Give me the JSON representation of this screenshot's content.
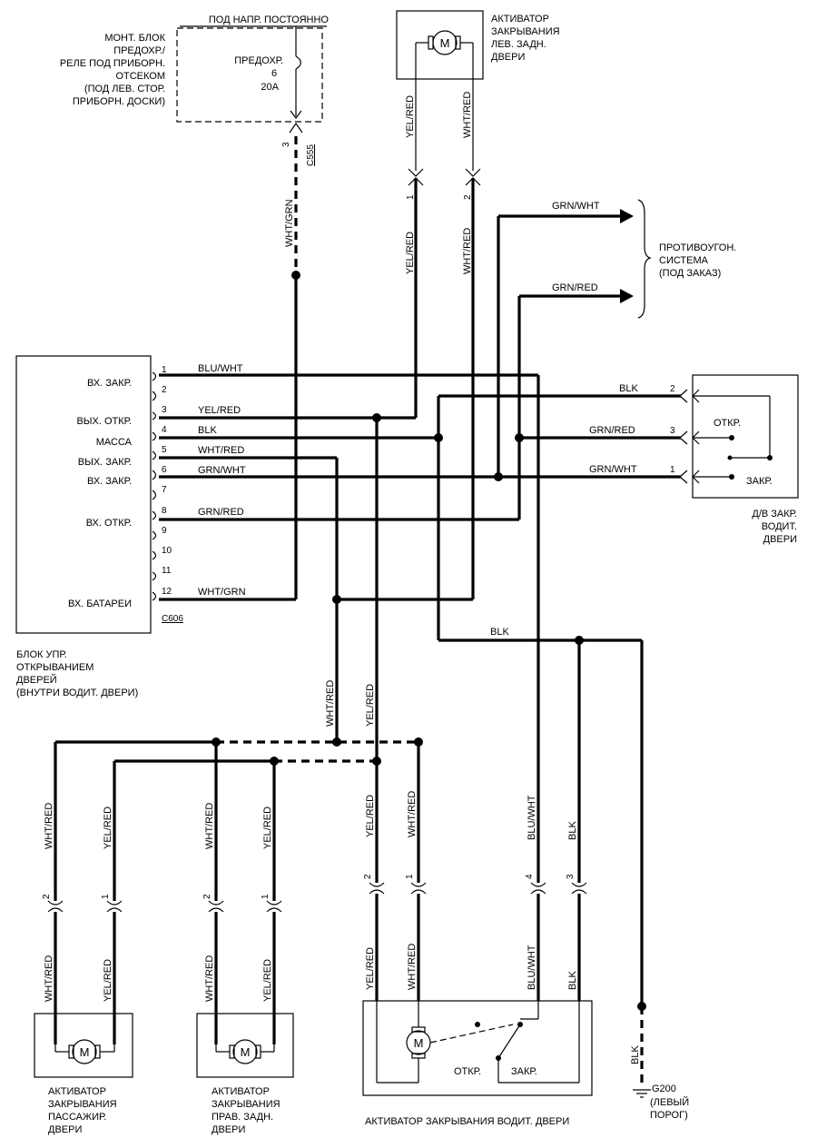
{
  "fuse_block": {
    "supply": "ПОД НАПР. ПОСТОЯННО",
    "title_lines": [
      "МОНТ. БЛОК",
      "ПРЕДОХР./",
      "РЕЛЕ ПОД ПРИБОРН.",
      "ОТСЕКОМ",
      "(ПОД ЛЕВ. СТОР.",
      "ПРИБОРН. ДОСКИ)"
    ],
    "fuse_lines": [
      "ПРЕДОХР.",
      "6",
      "20A"
    ],
    "pin": "3",
    "connector": "C555",
    "wire": "WHT/GRN"
  },
  "rear_left_actuator": {
    "title_lines": [
      "АКТИВАТОР",
      "ЗАКРЫВАНИЯ",
      "ЛЕВ. ЗАДН.",
      "ДВЕРИ"
    ],
    "wires": [
      "YEL/RED",
      "WHT/RED"
    ],
    "pins": [
      "1",
      "2"
    ]
  },
  "antitheft": {
    "title_lines": [
      "ПРОТИВОУГОН.",
      "СИСТЕМА",
      "(ПОД ЗАКАЗ)"
    ],
    "wires": [
      "GRN/WHT",
      "GRN/RED"
    ]
  },
  "control_unit": {
    "title_lines": [
      "БЛОК УПР.",
      "ОТКРЫВАНИЕМ",
      "ДВЕРЕЙ",
      "(ВНУТРИ ВОДИТ. ДВЕРИ)"
    ],
    "connector": "C606",
    "labels": [
      "ВХ. ЗАКР.",
      "ВЫХ. ОТКР.",
      "МАССА",
      "ВЫХ. ЗАКР.",
      "ВХ. ЗАКР.",
      "ВХ. ОТКР.",
      "ВХ. БАТАРЕИ"
    ],
    "pins": [
      "1",
      "2",
      "3",
      "4",
      "5",
      "6",
      "7",
      "8",
      "9",
      "10",
      "11",
      "12"
    ],
    "wires": [
      "BLU/WHT",
      "YEL/RED",
      "BLK",
      "WHT/RED",
      "GRN/WHT",
      "GRN/RED",
      "WHT/GRN"
    ]
  },
  "key_switch": {
    "title_lines": [
      "Д/В ЗАКР.",
      "ВОДИТ.",
      "ДВЕРИ"
    ],
    "open": "ОТКР.",
    "close": "ЗАКР.",
    "pins": [
      "2",
      "3",
      "1"
    ],
    "wires": [
      "BLK",
      "GRN/RED",
      "GRN/WHT"
    ]
  },
  "ground_wire": "BLK",
  "lower": {
    "wires": [
      "WHT/RED",
      "YEL/RED",
      "BLU/WHT",
      "BLK"
    ],
    "pins": [
      "1",
      "2",
      "3",
      "4"
    ]
  },
  "motor_symbol": "M",
  "driver_actuator": {
    "title": "АКТИВАТОР ЗАКРЫВАНИЯ ВОДИТ. ДВЕРИ",
    "open": "ОТКР.",
    "close": "ЗАКР."
  },
  "passenger_actuator": {
    "title_lines": [
      "АКТИВАТОР",
      "ЗАКРЫВАНИЯ",
      "ПАССАЖИР.",
      "ДВЕРИ"
    ]
  },
  "rear_right_actuator": {
    "title_lines": [
      "АКТИВАТОР",
      "ЗАКРЫВАНИЯ",
      "ПРАВ. ЗАДН.",
      "ДВЕРИ"
    ]
  },
  "ground": {
    "id": "G200",
    "title_lines": [
      "(ЛЕВЫЙ",
      "ПОРОГ)"
    ]
  }
}
